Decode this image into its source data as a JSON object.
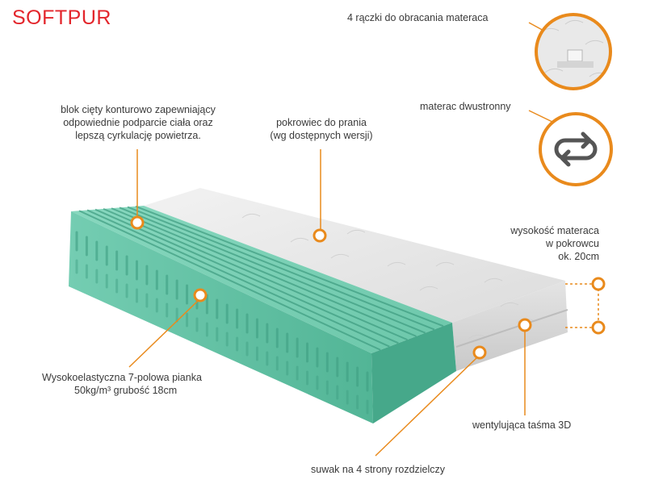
{
  "brand": "SOFTPUR",
  "colors": {
    "accent": "#e98a1c",
    "brand": "#e3262c",
    "foam": "#5fc1a4",
    "cover": "#e6e6e6"
  },
  "icons": {
    "handle_closeup": "mattress-handle-closeup-icon",
    "reversible": "reversible-arrows-icon"
  },
  "labels": {
    "handles": "4 rączki do obracania materaca",
    "two_sided": "materac dwustronny",
    "block_cut": [
      "blok cięty konturowo zapewniający",
      "odpowiednie podparcie ciała oraz",
      "lepszą cyrkulację powietrza."
    ],
    "cover": [
      "pokrowiec do prania",
      "(wg dostępnych wersji)"
    ],
    "height": [
      "wysokość materaca",
      "w pokrowcu",
      "ok. 20cm"
    ],
    "foam": [
      "Wysokoelastyczna 7-polowa pianka",
      "50kg/m³ grubość 18cm"
    ],
    "tape": "wentylująca taśma 3D",
    "zipper": "suwak na 4 strony rozdzielczy"
  }
}
